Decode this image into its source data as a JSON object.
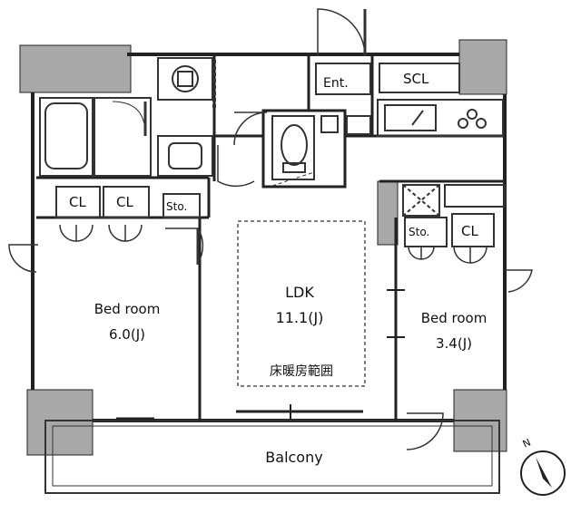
{
  "labels": {
    "entrance": "Ent.",
    "shoe_closet": "SCL",
    "closet_1": "CL",
    "closet_2": "CL",
    "closet_3": "CL",
    "storage_1": "Sto.",
    "storage_2": "Sto.",
    "ldk_name": "LDK",
    "ldk_size": "11.1(J)",
    "floor_heating": "床暖房範囲",
    "bedroom_1_name": "Bed room",
    "bedroom_1_size": "6.0(J)",
    "bedroom_2_name": "Bed room",
    "bedroom_2_size": "3.4(J)",
    "balcony": "Balcony",
    "north": "N"
  },
  "colors": {
    "wall": "#222222",
    "pillar": "#a8a8a8",
    "line": "#333333",
    "background": "#ffffff"
  }
}
